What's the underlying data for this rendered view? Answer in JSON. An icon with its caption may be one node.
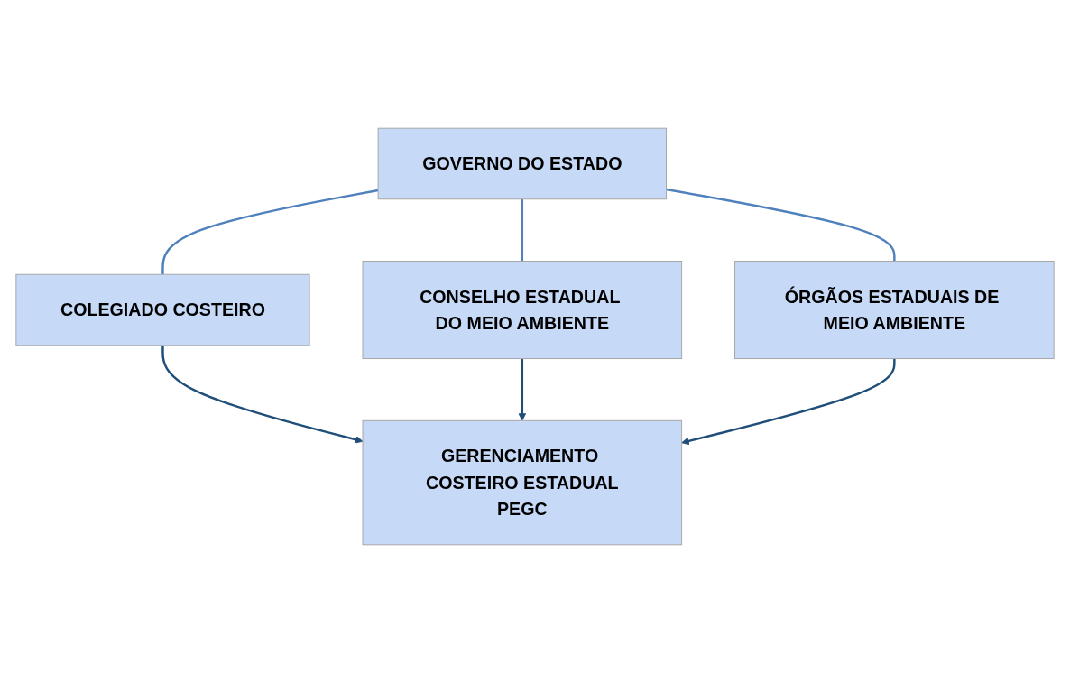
{
  "diagram": {
    "nodes": [
      {
        "text": [
          "GOVERNO DO ESTADO"
        ]
      },
      {
        "text": [
          "COLEGIADO COSTEIRO"
        ]
      },
      {
        "text": [
          "CONSELHO ESTADUAL DO MEIO AMBIENTE"
        ]
      },
      {
        "text": [
          "ÓRGÃOS ESTADUAIS DE MEIO AMBIENTE"
        ]
      },
      {
        "text": [
          "GERENCIAMENTO COSTEIRO ESTADUAL",
          "PEGC"
        ]
      }
    ],
    "edges": [
      {
        "from": 0,
        "to": 1,
        "arrow": "none",
        "color": "#4f81bd"
      },
      {
        "from": 0,
        "to": 2,
        "arrow": "none",
        "color": "#4f81bd"
      },
      {
        "from": 0,
        "to": 3,
        "arrow": "none",
        "color": "#4f81bd"
      },
      {
        "from": 1,
        "to": 4,
        "arrow": "to",
        "color": "#1f4e79"
      },
      {
        "from": 2,
        "to": 4,
        "arrow": "to",
        "color": "#1f4e79"
      },
      {
        "from": 3,
        "to": 4,
        "arrow": "to",
        "color": "#1f4e79"
      }
    ]
  }
}
